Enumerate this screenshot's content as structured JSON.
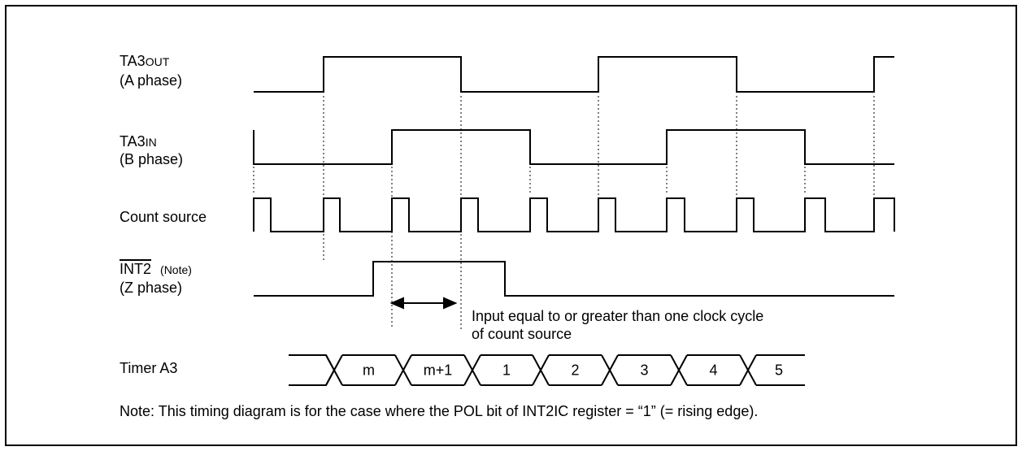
{
  "signals": {
    "ta3out": {
      "name": "TA3",
      "sub": "OUT",
      "phase": "(A phase)"
    },
    "ta3in": {
      "name": "TA3",
      "sub": "IN",
      "phase": "(B phase)"
    },
    "count_source": {
      "name": "Count source"
    },
    "int2": {
      "name": "INT2",
      "note": "(Note)",
      "phase": "(Z phase)"
    },
    "timer": {
      "name": "Timer A3"
    }
  },
  "annotation": {
    "line1": "Input equal to or greater than one clock cycle",
    "line2": "of count source"
  },
  "timer_values": [
    "m",
    "m+1",
    "1",
    "2",
    "3",
    "4",
    "5"
  ],
  "note": "Note: This timing diagram is for the case where the POL bit of INT2IC register = “1” (= rising edge)."
}
